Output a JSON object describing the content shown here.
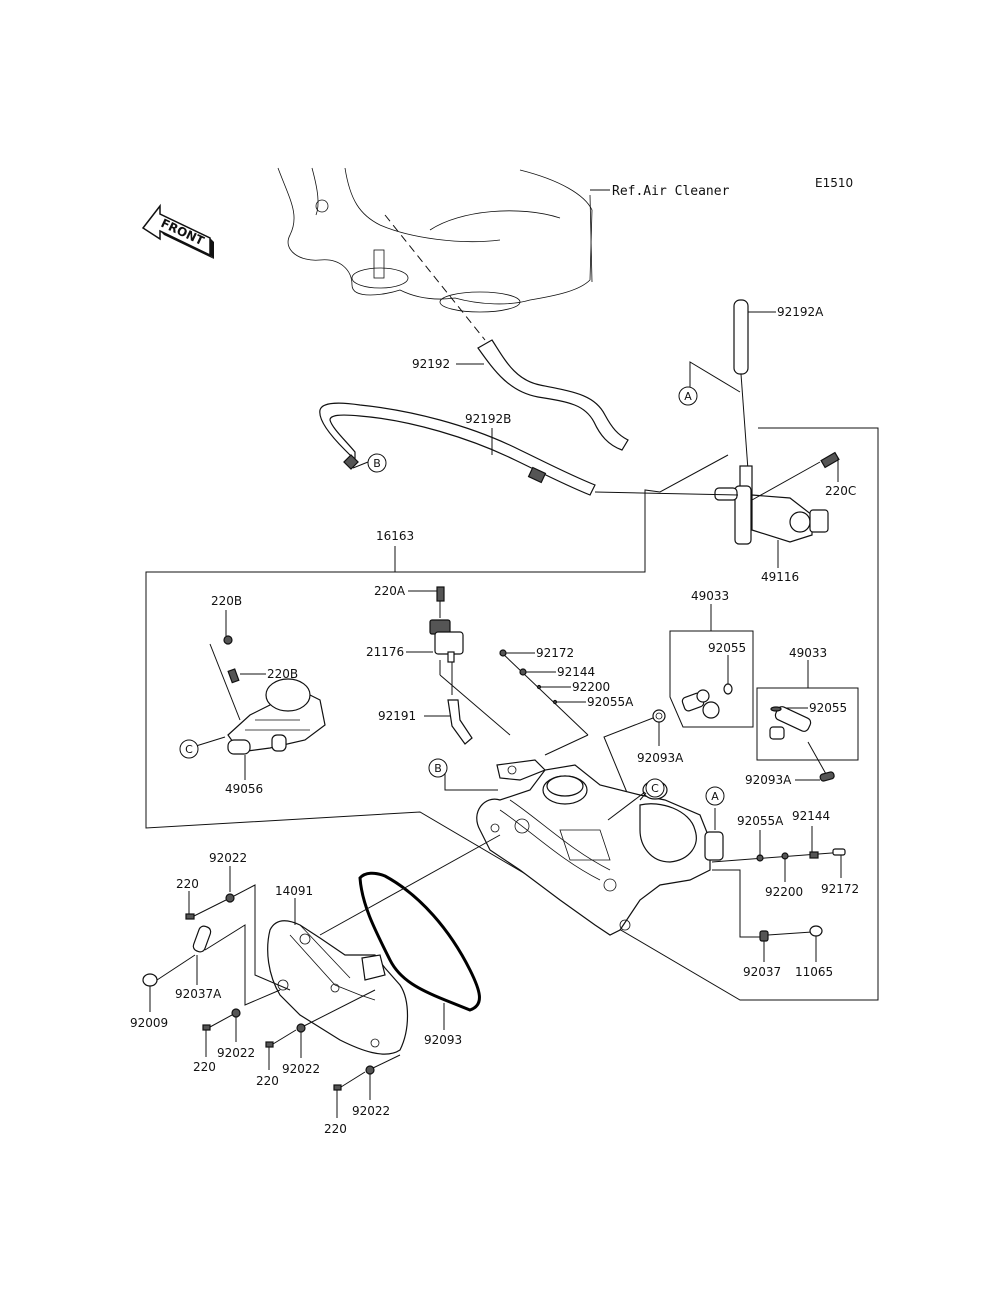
{
  "diagram": {
    "code": "E1510",
    "reference_note": "Ref.Air Cleaner",
    "front_arrow_text": "FRONT",
    "callout_circles": {
      "A": "A",
      "B": "B",
      "C": "C"
    },
    "parts": {
      "p92192A": "92192A",
      "p92192": "92192",
      "p92192B": "92192B",
      "p220C": "220C",
      "p49116": "49116",
      "p16163": "16163",
      "p220B_1": "220B",
      "p220B_2": "220B",
      "p49056": "49056",
      "p220A": "220A",
      "p21176": "21176",
      "p92191": "92191",
      "p92172_top": "92172",
      "p92144_top": "92144",
      "p92200_top": "92200",
      "p92055A_top": "92055A",
      "p49033_1": "49033",
      "p92055_1": "92055",
      "p49033_2": "49033",
      "p92055_2": "92055",
      "p92093A_1": "92093A",
      "p92093A_2": "92093A",
      "p92055A_right": "92055A",
      "p92144_right": "92144",
      "p92200_right": "92200",
      "p92172_right": "92172",
      "p92037": "92037",
      "p11065": "11065",
      "p92022_1": "92022",
      "p220_1": "220",
      "p14091": "14091",
      "p92037A": "92037A",
      "p92009": "92009",
      "p92022_2": "92022",
      "p220_2": "220",
      "p92022_3": "92022",
      "p220_3": "220",
      "p92022_4": "92022",
      "p220_4": "220",
      "p92093": "92093"
    }
  }
}
